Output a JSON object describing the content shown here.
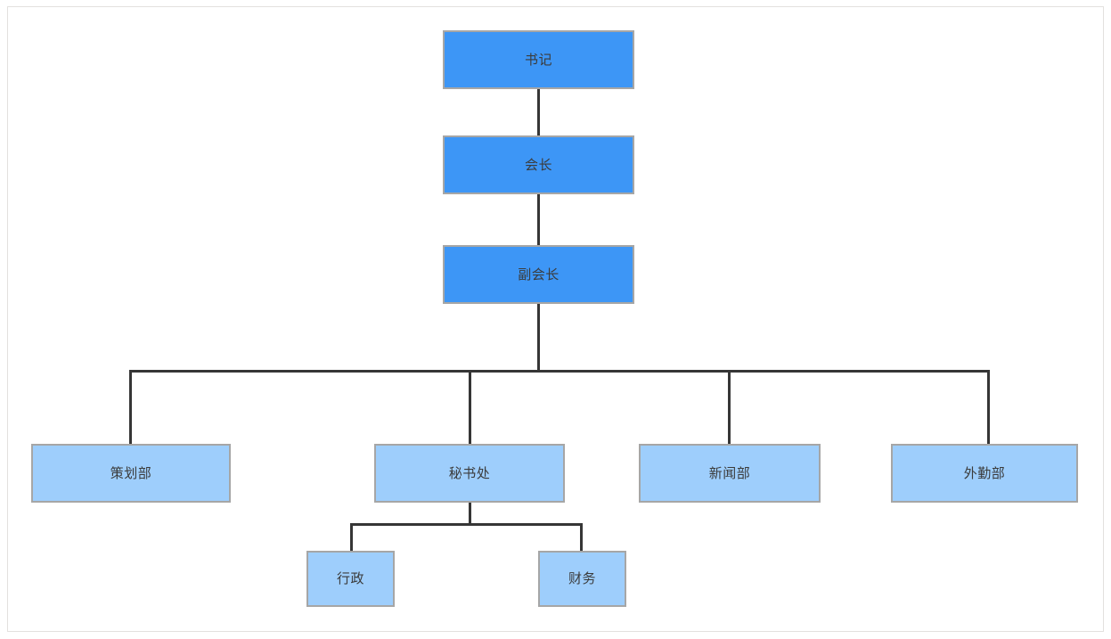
{
  "chart": {
    "type": "org-chart",
    "title": "",
    "colors": {
      "executive_fill": "#3d96f6",
      "department_fill": "#9ecefc",
      "node_border": "#a6a6a6",
      "connector": "#363636",
      "text": "#3b3b3b",
      "canvas": "#ffffff",
      "page_border": "#e3e1de"
    },
    "nodes": [
      {
        "id": "shuji",
        "label": "书记",
        "level": "executive",
        "parent": null
      },
      {
        "id": "huizhang",
        "label": "会长",
        "level": "executive",
        "parent": "shuji"
      },
      {
        "id": "fuhuizhang",
        "label": "副会长",
        "level": "executive",
        "parent": "huizhang"
      },
      {
        "id": "cehuabu",
        "label": "策划部",
        "level": "department",
        "parent": "fuhuizhang"
      },
      {
        "id": "mishuchu",
        "label": "秘书处",
        "level": "department",
        "parent": "fuhuizhang"
      },
      {
        "id": "xinwenbu",
        "label": "新闻部",
        "level": "department",
        "parent": "fuhuizhang"
      },
      {
        "id": "waiqinbu",
        "label": "外勤部",
        "level": "department",
        "parent": "fuhuizhang"
      },
      {
        "id": "xingzheng",
        "label": "行政",
        "level": "subunit",
        "parent": "mishuchu"
      },
      {
        "id": "caiwu",
        "label": "财务",
        "level": "subunit",
        "parent": "mishuchu"
      }
    ]
  }
}
